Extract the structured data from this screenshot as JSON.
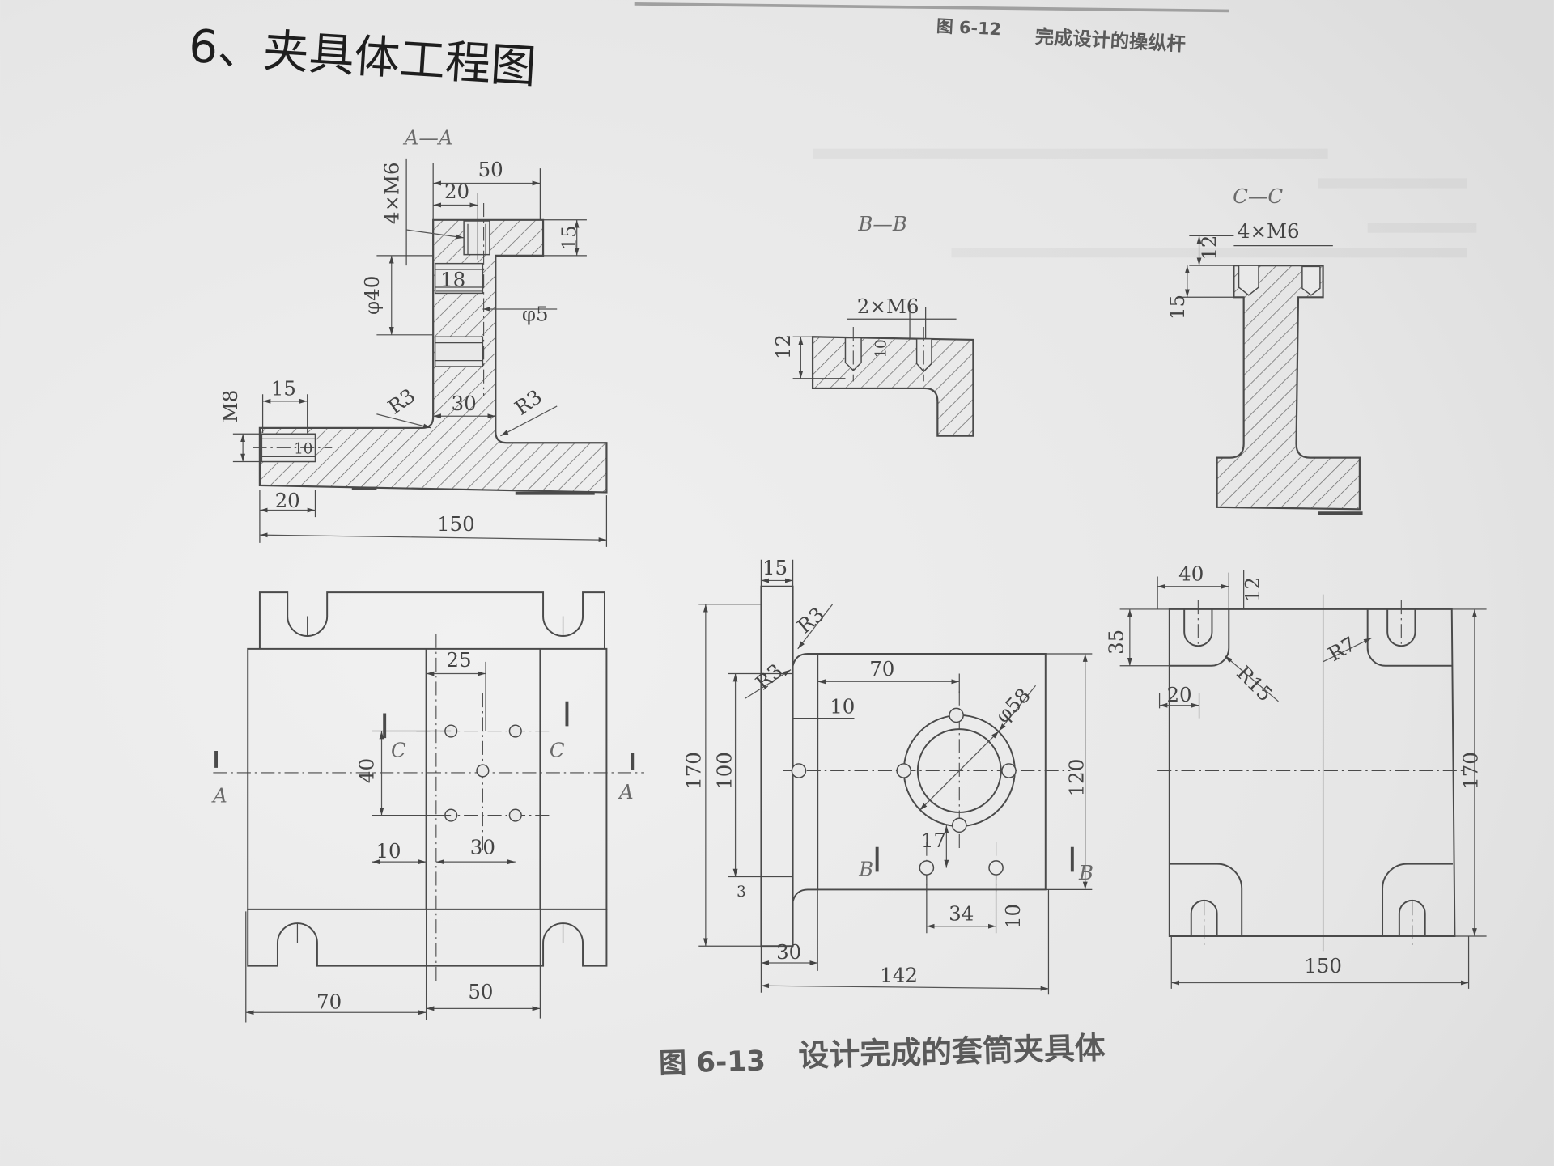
{
  "page": {
    "heading": "6、夹具体工程图",
    "top_caption_number": "图 6-12",
    "top_caption_text": "完成设计的操纵杆",
    "figure_caption_number": "图 6-13",
    "figure_caption_text": "设计完成的套筒夹具体"
  },
  "colors": {
    "paper": "#e9e9e9",
    "ink": "#4a4a4a",
    "heading": "#1e1e1e"
  },
  "views": {
    "section_aa": {
      "title": "A—A",
      "dims": [
        "50",
        "20",
        "4×M6",
        "15",
        "φ40",
        "18",
        "φ5",
        "M8",
        "15",
        "R3",
        "30",
        "R3",
        "10",
        "20",
        "150"
      ]
    },
    "section_bb": {
      "title": "B—B",
      "dims": [
        "2×M6",
        "12",
        "10"
      ]
    },
    "section_cc": {
      "title": "C—C",
      "dims": [
        "4×M6",
        "12",
        "15"
      ]
    },
    "top_view": {
      "dims": [
        "25",
        "C",
        "C",
        "40",
        "A",
        "A",
        "10",
        "30",
        "70",
        "50"
      ]
    },
    "front_view": {
      "dims": [
        "15",
        "R3",
        "R3",
        "70",
        "10",
        "φ58",
        "170",
        "100",
        "120",
        "17",
        "B",
        "B",
        "3",
        "34",
        "10",
        "30",
        "142"
      ]
    },
    "side_view": {
      "dims": [
        "40",
        "12",
        "35",
        "R7",
        "R15",
        "20",
        "170",
        "150"
      ]
    }
  }
}
